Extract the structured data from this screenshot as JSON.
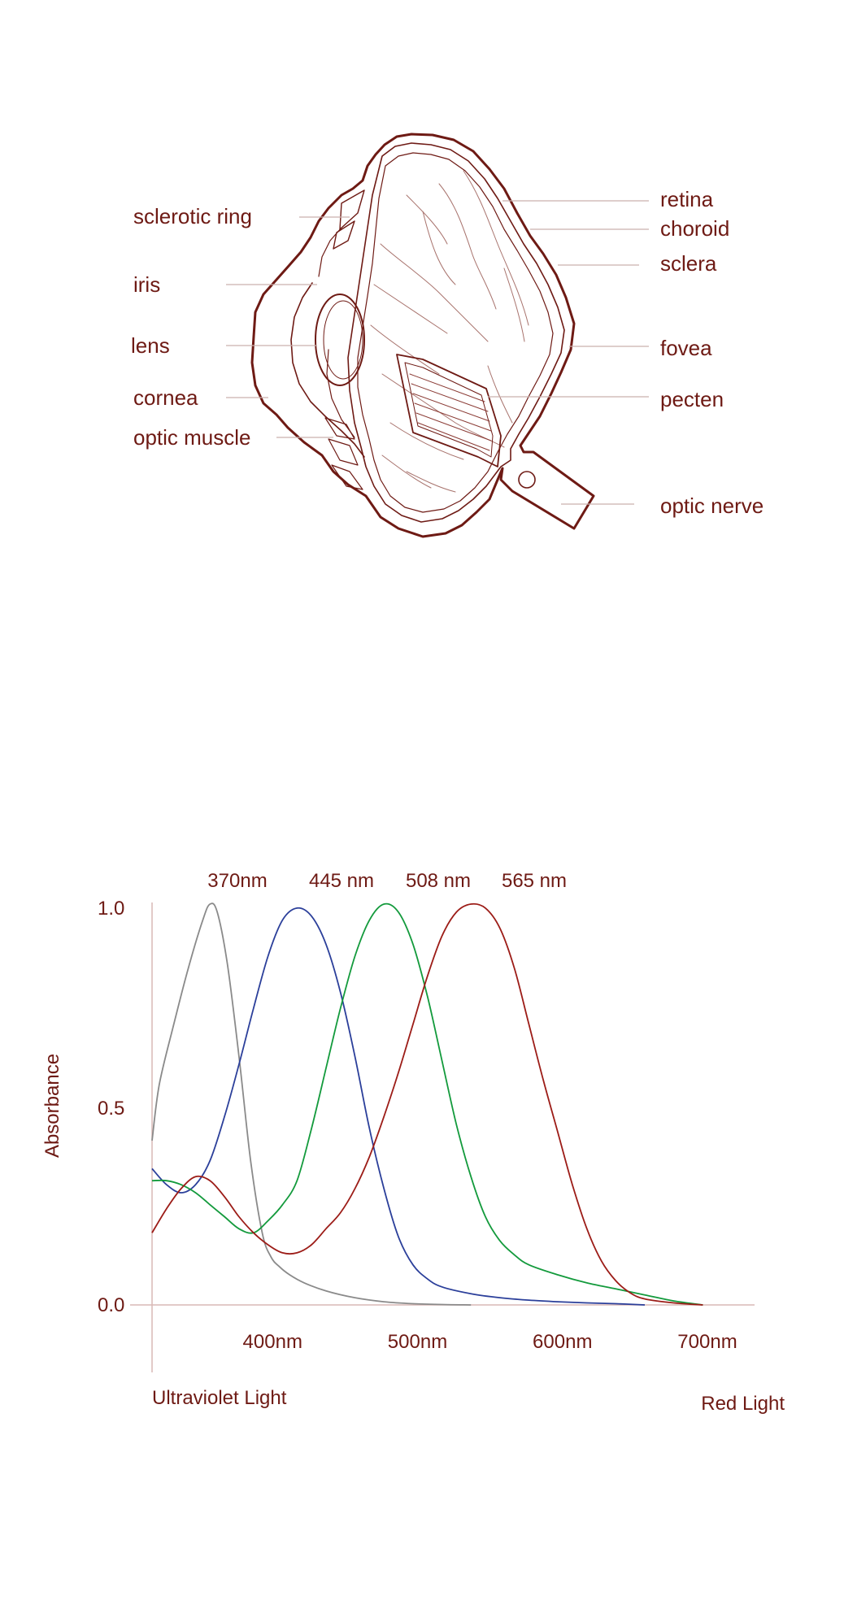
{
  "colors": {
    "ink": "#6e1a14",
    "leader": "#c9b1ae",
    "detail": "#a8736d",
    "axis": "#d9b9b6",
    "uv": "#8a8a8a",
    "blue": "#2b3f9a",
    "green": "#139a3c",
    "red": "#9c1c17"
  },
  "eye_diagram": {
    "labels_left": [
      "sclerotic ring",
      "iris",
      "lens",
      "cornea",
      "optic muscle"
    ],
    "labels_right": [
      "retina",
      "choroid",
      "sclera",
      "fovea",
      "pecten",
      "optic nerve"
    ]
  },
  "chart_data": {
    "type": "line",
    "ylabel": "Absorbance",
    "y_ticks": [
      "0.0",
      "0.5",
      "1.0"
    ],
    "ylim": [
      0.0,
      1.0
    ],
    "x_ticks": [
      "400nm",
      "500nm",
      "600nm",
      "700nm"
    ],
    "x_tick_values": [
      400,
      500,
      600,
      700
    ],
    "xlim": [
      300,
      700
    ],
    "x_left_label": "Ultraviolet Light",
    "x_right_label": "Red Light",
    "peak_labels": [
      "370nm",
      "445 nm",
      "508 nm",
      "565 nm"
    ],
    "grid": false,
    "series": [
      {
        "key": "uv",
        "color": "#8a8a8a",
        "x": [
          300,
          305,
          315,
          325,
          335,
          340,
          345,
          352,
          360,
          368,
          376,
          382,
          388,
          395,
          405,
          420,
          440,
          460,
          480,
          500,
          520
        ],
        "y": [
          0.41,
          0.55,
          0.7,
          0.84,
          0.96,
          1.0,
          0.98,
          0.85,
          0.62,
          0.36,
          0.18,
          0.12,
          0.095,
          0.075,
          0.055,
          0.035,
          0.018,
          0.008,
          0.003,
          0.001,
          0.0
        ]
      },
      {
        "key": "blue",
        "color": "#2b3f9a",
        "x": [
          300,
          310,
          320,
          330,
          340,
          350,
          360,
          370,
          380,
          390,
          400,
          410,
          420,
          430,
          440,
          450,
          460,
          470,
          480,
          490,
          500,
          520,
          540,
          560,
          580,
          600,
          620,
          640
        ],
        "y": [
          0.34,
          0.3,
          0.28,
          0.3,
          0.36,
          0.47,
          0.6,
          0.74,
          0.87,
          0.96,
          0.99,
          0.97,
          0.9,
          0.78,
          0.62,
          0.44,
          0.29,
          0.17,
          0.1,
          0.065,
          0.045,
          0.028,
          0.018,
          0.012,
          0.008,
          0.005,
          0.003,
          0.0
        ]
      },
      {
        "key": "green",
        "color": "#139a3c",
        "x": [
          300,
          310,
          320,
          330,
          340,
          350,
          360,
          370,
          380,
          390,
          400,
          410,
          420,
          430,
          440,
          450,
          460,
          470,
          480,
          490,
          500,
          510,
          520,
          530,
          540,
          550,
          560,
          580,
          600,
          620,
          640,
          660,
          680
        ],
        "y": [
          0.31,
          0.31,
          0.3,
          0.28,
          0.25,
          0.22,
          0.19,
          0.18,
          0.21,
          0.25,
          0.31,
          0.44,
          0.59,
          0.74,
          0.87,
          0.96,
          1.0,
          0.98,
          0.9,
          0.77,
          0.61,
          0.45,
          0.32,
          0.22,
          0.16,
          0.125,
          0.1,
          0.075,
          0.055,
          0.04,
          0.025,
          0.01,
          0.0
        ]
      },
      {
        "key": "red",
        "color": "#9c1c17",
        "x": [
          300,
          310,
          320,
          330,
          340,
          350,
          360,
          370,
          380,
          390,
          400,
          410,
          420,
          430,
          440,
          450,
          460,
          470,
          480,
          490,
          500,
          510,
          520,
          530,
          540,
          550,
          560,
          570,
          580,
          590,
          600,
          610,
          620,
          630,
          640,
          660,
          680
        ],
        "y": [
          0.18,
          0.24,
          0.29,
          0.32,
          0.31,
          0.27,
          0.22,
          0.18,
          0.15,
          0.13,
          0.13,
          0.15,
          0.19,
          0.23,
          0.29,
          0.37,
          0.47,
          0.58,
          0.7,
          0.82,
          0.92,
          0.98,
          1.0,
          0.99,
          0.94,
          0.84,
          0.7,
          0.56,
          0.43,
          0.3,
          0.19,
          0.11,
          0.06,
          0.03,
          0.015,
          0.005,
          0.0
        ]
      }
    ]
  }
}
